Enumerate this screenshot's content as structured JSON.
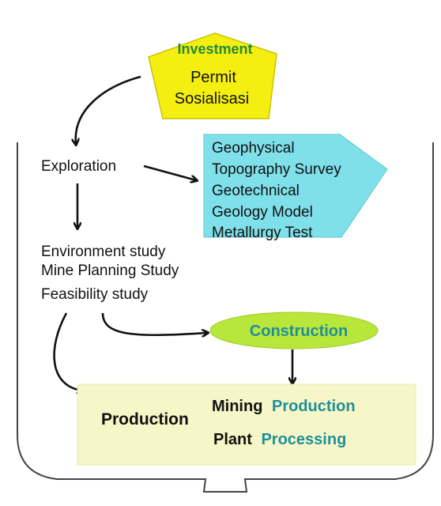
{
  "diagram": {
    "investment_box": {
      "title": "Investment",
      "lines": [
        "Permit",
        "Sosialisasi"
      ]
    },
    "exploration": "Exploration",
    "exploration_box": {
      "items": [
        "Geophysical",
        "Topography Survey",
        "Geotechnical",
        "Geology Model",
        "Metallurgy Test"
      ]
    },
    "studies": [
      "Environment study",
      "Mine Planning Study",
      "Feasibility study"
    ],
    "construction": "Construction",
    "production_box": {
      "label": "Production",
      "mining": [
        "Mining",
        "Production"
      ],
      "plant": [
        "Plant",
        "Processing"
      ]
    },
    "colors": {
      "pentagon_fill": "#f4ef10",
      "pentagon_stroke": "#c9c400",
      "title_green": "#1f8a3a",
      "exploration_box_fill": "#7fe0ea",
      "construction_fill": "#b8e63a",
      "production_box_fill": "#f7f6c8",
      "teal_text": "#1f8f9a",
      "container_stroke": "#444444",
      "arrow": "#111111"
    }
  }
}
